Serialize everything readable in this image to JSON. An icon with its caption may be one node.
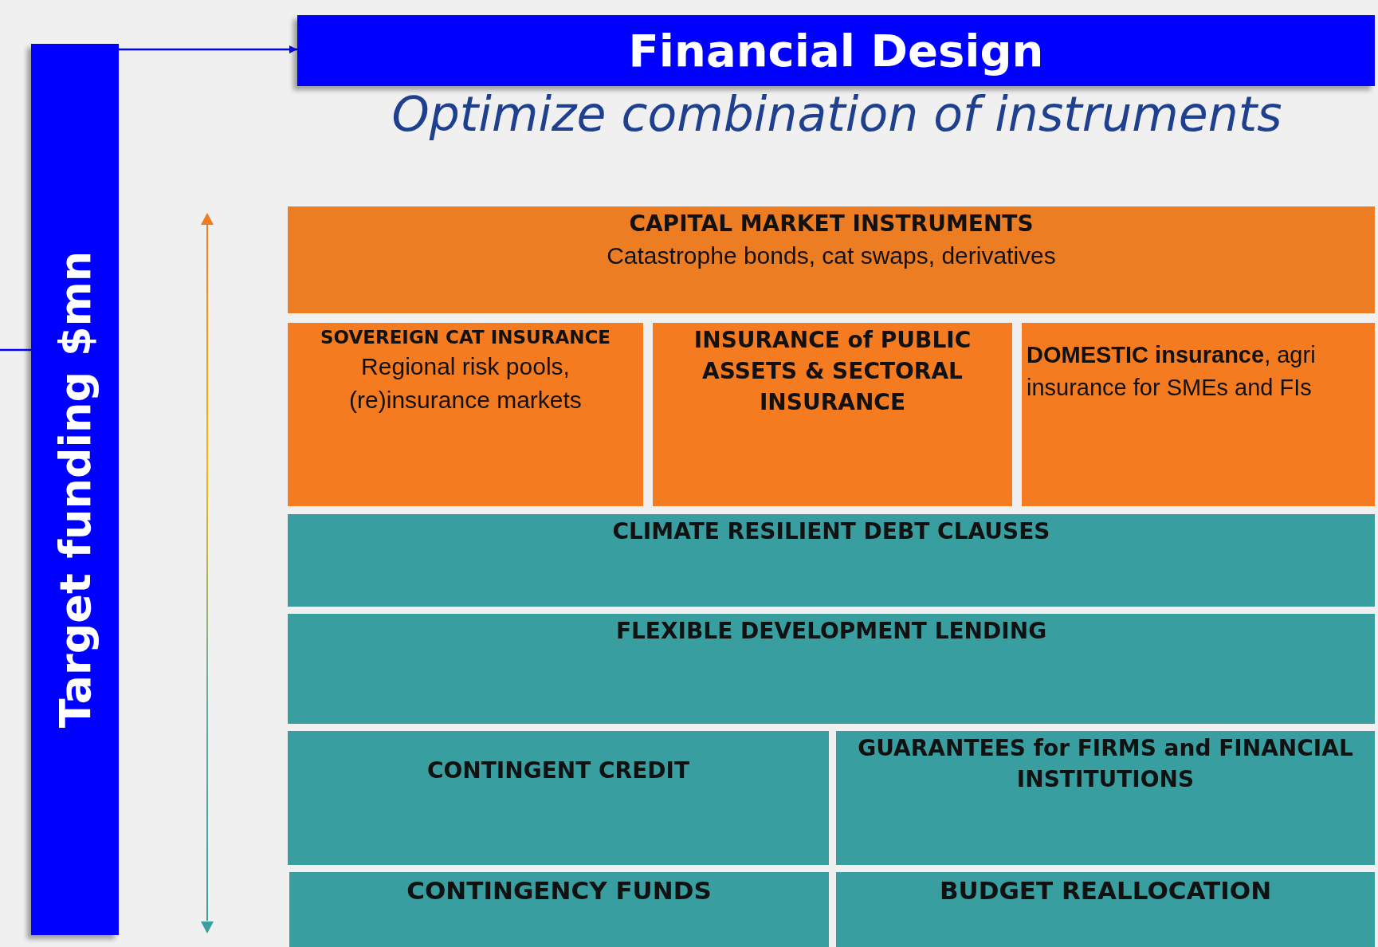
{
  "diagram": {
    "nodes": [
      {
        "text": [
          "Target funding $mn"
        ]
      },
      {
        "text": [
          "Financial Design"
        ]
      },
      {
        "text": [
          "CAPITAL MARKET INSTRUMENTS",
          "Catastrophe bonds, cat swaps, derivatives"
        ]
      },
      {
        "text": [
          "SOVEREIGN CAT INSURANCE",
          "Regional risk pools, (re)insurance markets"
        ]
      },
      {
        "text": [
          "INSURANCE of PUBLIC ASSETS & SECTORAL INSURANCE"
        ]
      },
      {
        "text": [
          "**DOMESTIC insurance**, agri insurance for SMEs and FIs"
        ]
      },
      {
        "text": [
          "CLIMATE RESILIENT DEBT CLAUSES"
        ]
      },
      {
        "text": [
          "FLEXIBLE DEVELOPMENT LENDING"
        ]
      },
      {
        "text": [
          "CONTINGENT CREDIT"
        ]
      },
      {
        "text": [
          "GUARANTEES for FIRMS and FINANCIAL INSTITUTIONS"
        ]
      },
      {
        "text": [
          "CONTINGENCY FUNDS"
        ]
      },
      {
        "text": [
          "BUDGET REALLOCATION"
        ]
      }
    ],
    "edges": [
      {
        "from": 0,
        "to": 1,
        "arrow": "to"
      },
      {
        "from": null,
        "to": 0,
        "arrow": "none"
      }
    ],
    "labels": [
      "Optimize combination of instruments"
    ]
  }
}
